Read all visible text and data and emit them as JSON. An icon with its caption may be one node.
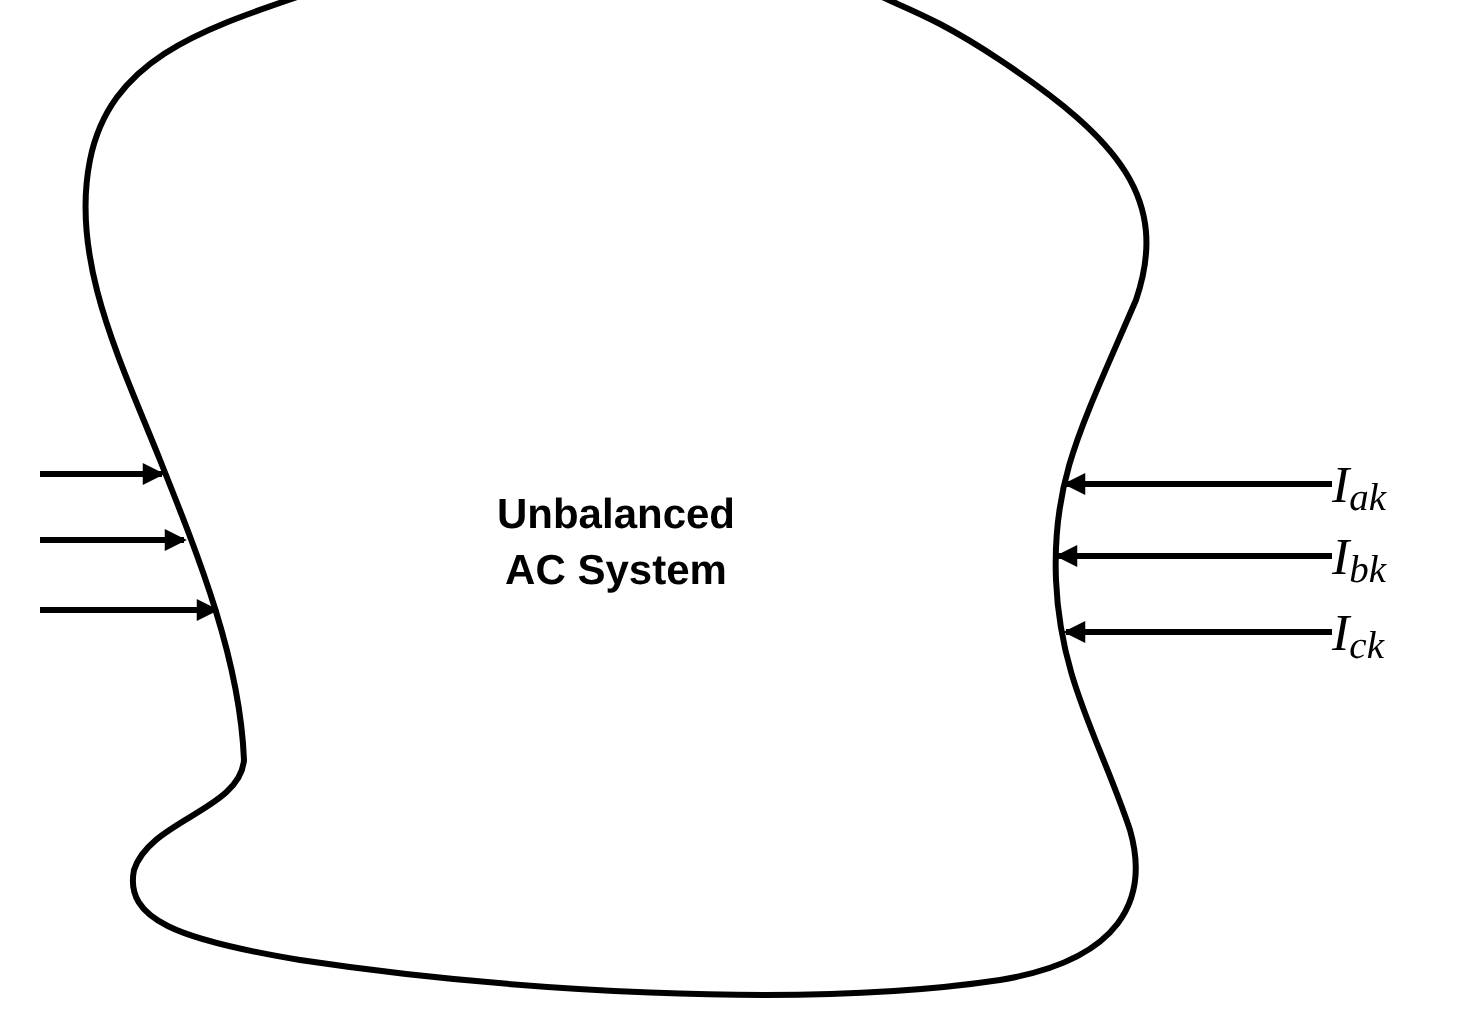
{
  "diagram": {
    "nodes": [
      {
        "text": [
          "Unbalanced AC System"
        ]
      },
      {
        "text": [
          "I$_{ak}$"
        ]
      },
      {
        "text": [
          "I$_{bk}$"
        ]
      },
      {
        "text": [
          "I$_{ck}$"
        ]
      }
    ],
    "edges": [
      {
        "from": null,
        "to": 0,
        "arrow": "to"
      },
      {
        "from": null,
        "to": 0,
        "arrow": "to"
      },
      {
        "from": null,
        "to": 0,
        "arrow": "to"
      },
      {
        "from": 1,
        "to": 0,
        "arrow": "to"
      },
      {
        "from": 2,
        "to": 0,
        "arrow": "to"
      },
      {
        "from": 3,
        "to": 0,
        "arrow": "to"
      }
    ]
  }
}
